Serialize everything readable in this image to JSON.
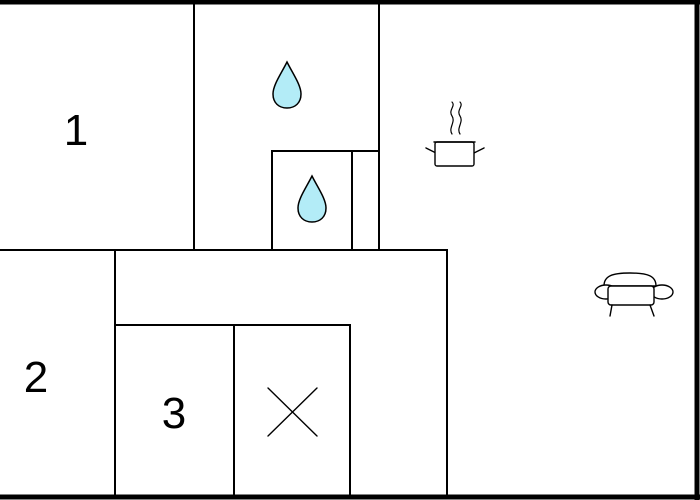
{
  "floorplan": {
    "rooms": [
      {
        "label": "1"
      },
      {
        "label": "2"
      },
      {
        "label": "3"
      }
    ],
    "icons": {
      "bathroom_shower": "water-drop-icon",
      "bathroom_toilet": "water-drop-icon",
      "kitchen": "cooking-pot-icon",
      "living": "sofa-icon",
      "void": "cross-mark-icon"
    },
    "colors": {
      "walls": "#000000",
      "water": "#b3ecf7",
      "background": "#ffffff"
    }
  }
}
